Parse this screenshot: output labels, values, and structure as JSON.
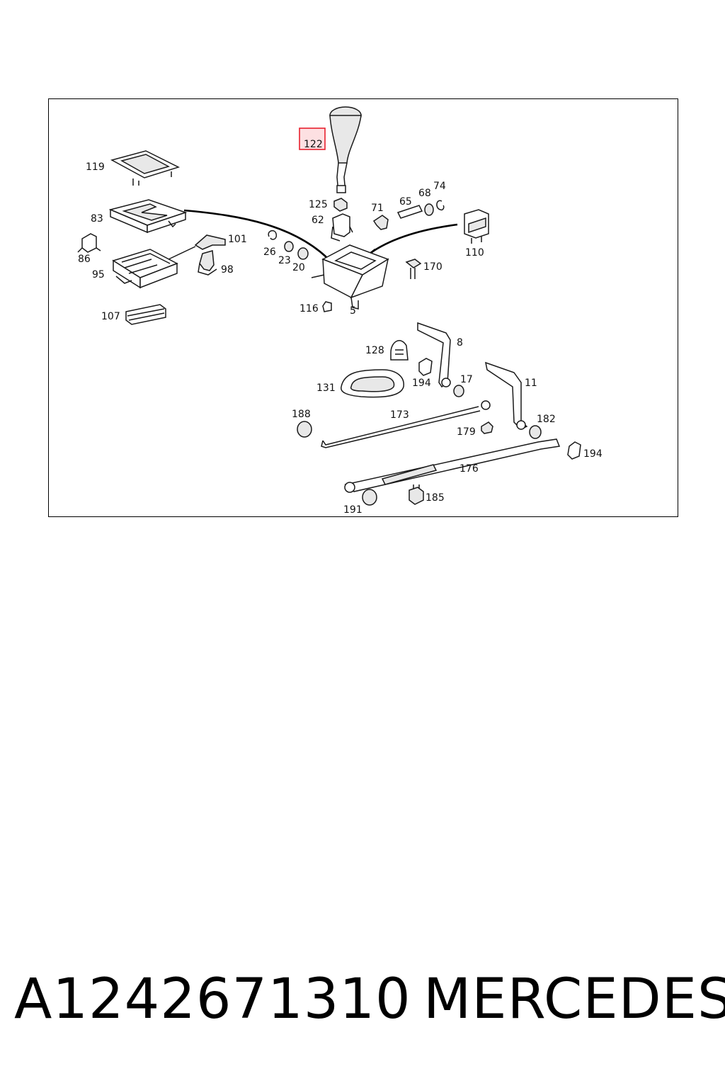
{
  "diagram": {
    "labels": {
      "p122": "122",
      "p119": "119",
      "p83": "83",
      "p86": "86",
      "p95": "95",
      "p101": "101",
      "p98": "98",
      "p107": "107",
      "p125": "125",
      "p62": "62",
      "p71": "71",
      "p65": "65",
      "p68": "68",
      "p74": "74",
      "p110": "110",
      "p26": "26",
      "p23": "23",
      "p20": "20",
      "p170": "170",
      "p116": "116",
      "p5": "5",
      "p128": "128",
      "p8": "8",
      "p194a": "194",
      "p17": "17",
      "p11": "11",
      "p131": "131",
      "p188": "188",
      "p173": "173",
      "p179": "179",
      "p182": "182",
      "p194b": "194",
      "p176": "176",
      "p191": "191",
      "p185": "185"
    },
    "highlight_color": "#e8212e"
  },
  "caption": {
    "part_number": "A1242671310",
    "brand": "MERCEDES"
  }
}
